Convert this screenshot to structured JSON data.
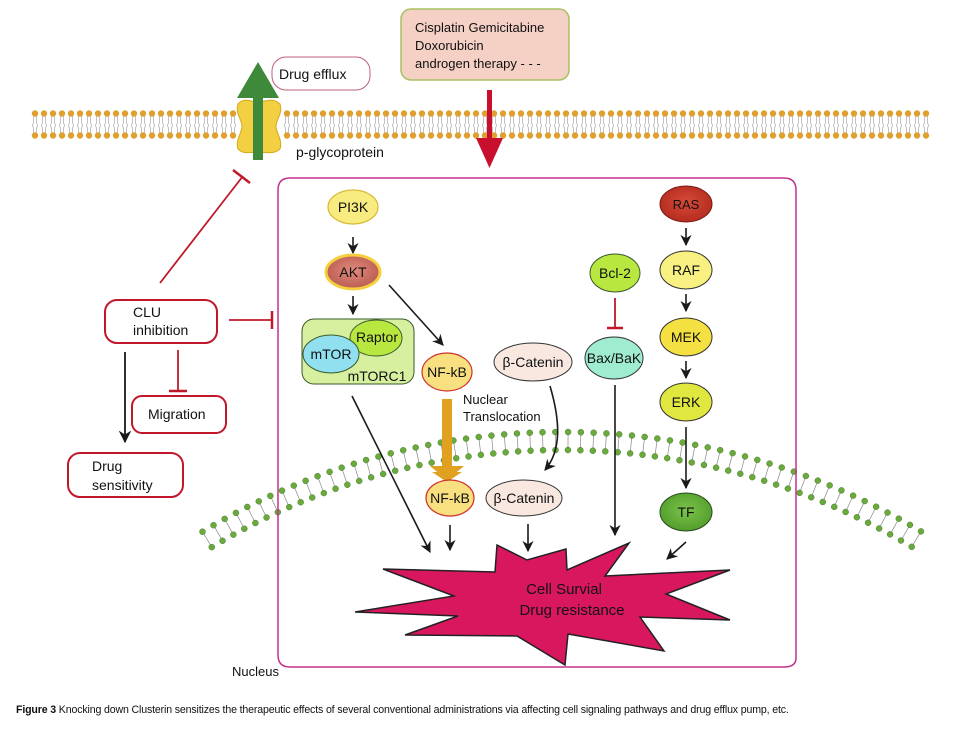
{
  "figure": {
    "drug_box": {
      "lines": [
        "Cisplatin Gemicitabine",
        "Doxorubicin",
        "androgen therapy - - -"
      ]
    },
    "drug_efflux_label": "Drug efflux",
    "pump_label": "p-glycoprotein",
    "clu_box": {
      "lines": [
        "CLU",
        "inhibition"
      ]
    },
    "migration_label": "Migration",
    "drug_sensitivity": {
      "lines": [
        "Drug",
        "sensitivity"
      ]
    },
    "nodes": {
      "pi3k": "PI3K",
      "akt": "AKT",
      "raptor": "Raptor",
      "mtor": "mTOR",
      "mtorc1": "mTORC1",
      "nfkb_cyto": "NF-kB",
      "nfkb_nuc": "NF-kB",
      "bcat_cyto": "β-Catenin",
      "bcat_nuc": "β-Catenin",
      "bcl2": "Bcl-2",
      "baxbak": "Bax/BaK",
      "ras": "RAS",
      "raf": "RAF",
      "mek": "MEK",
      "erk": "ERK",
      "tf": "TF"
    },
    "nuclear_translocation": [
      "Nuclear",
      "Translocation"
    ],
    "outcome": [
      "Cell Survial",
      "Drug resistance"
    ],
    "nucleus_label": "Nucleus",
    "colors": {
      "membrane_head": "#e0a030",
      "nuclear_head": "#6aaa3a",
      "inhibition_red": "#c0182a",
      "efflux_green": "#3f8a3a",
      "drug_arrow_red": "#c8102e",
      "star_fill": "#d8175e",
      "cell_border": "#c2308e"
    }
  },
  "caption": {
    "label": "Figure 3",
    "text": " Knocking down Clusterin sensitizes the therapeutic effects of several conventional administrations via affecting cell signaling pathways and drug efflux pump, etc."
  }
}
